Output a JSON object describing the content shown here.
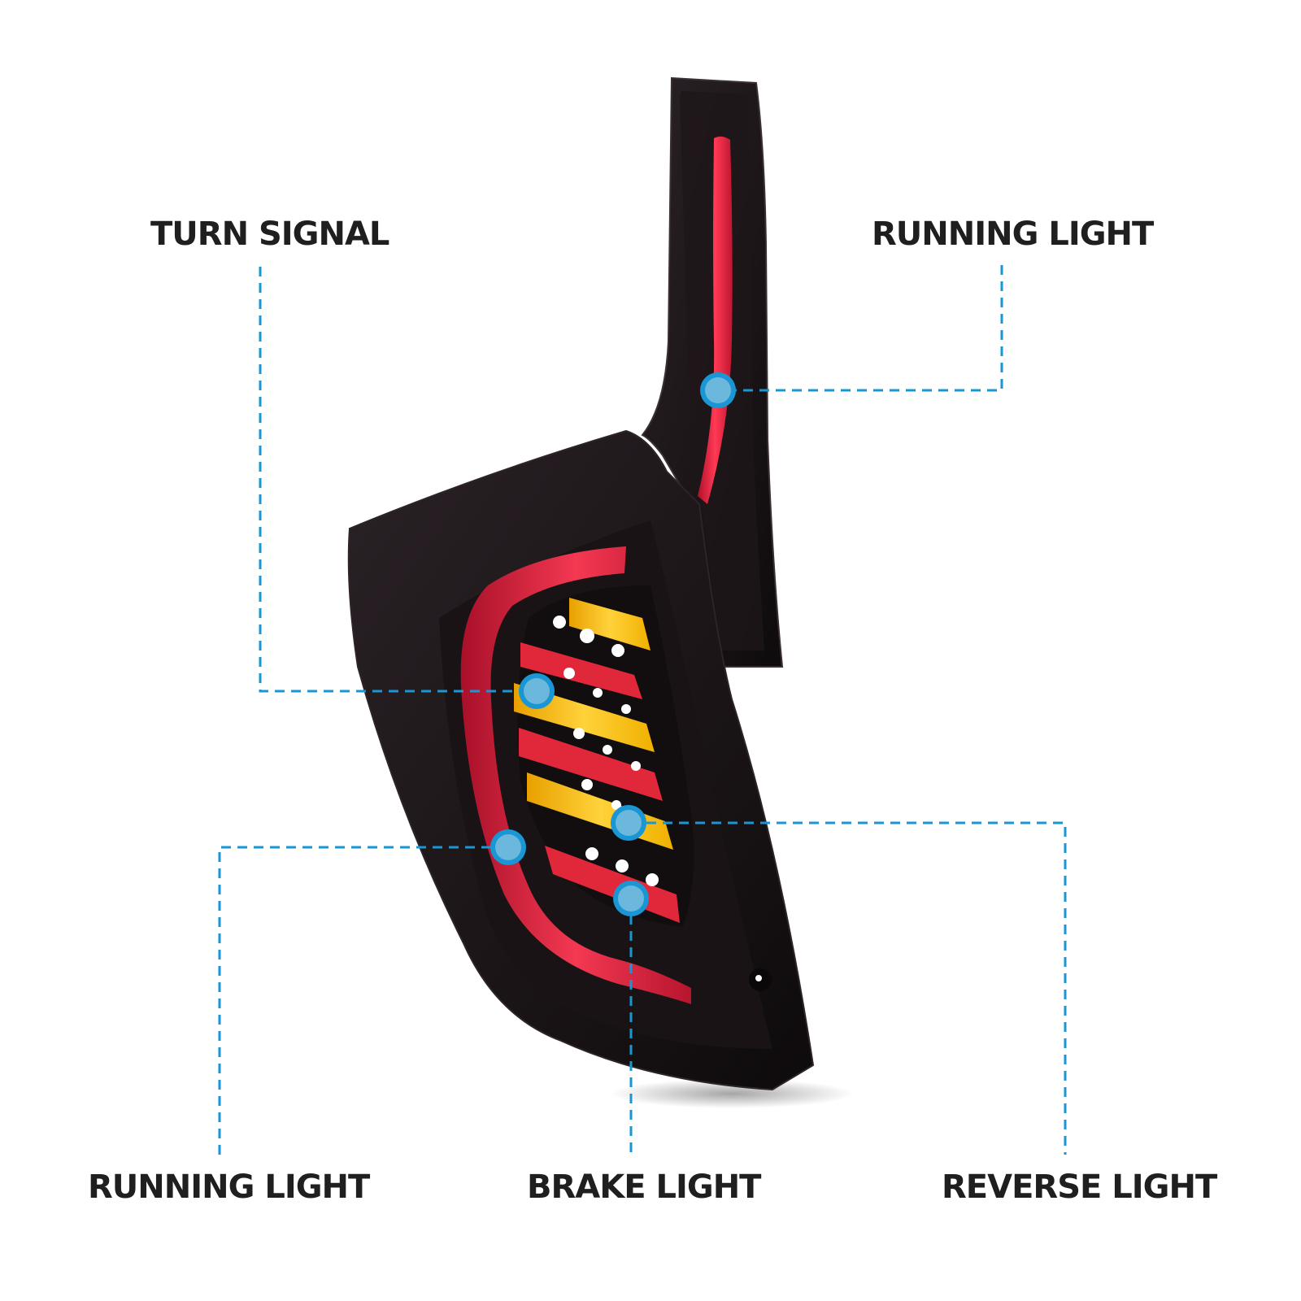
{
  "diagram": {
    "subject": "LED tail light",
    "accent_color": "#1a96d4",
    "marker_fill_color": "#6bb8dc",
    "labels": [
      {
        "id": "turn-signal",
        "text": "TURN SIGNAL"
      },
      {
        "id": "running-light-top",
        "text": "RUNNING LIGHT"
      },
      {
        "id": "running-light-bottom",
        "text": "RUNNING LIGHT"
      },
      {
        "id": "brake-light",
        "text": "BRAKE LIGHT"
      },
      {
        "id": "reverse-light",
        "text": "REVERSE LIGHT"
      }
    ]
  }
}
